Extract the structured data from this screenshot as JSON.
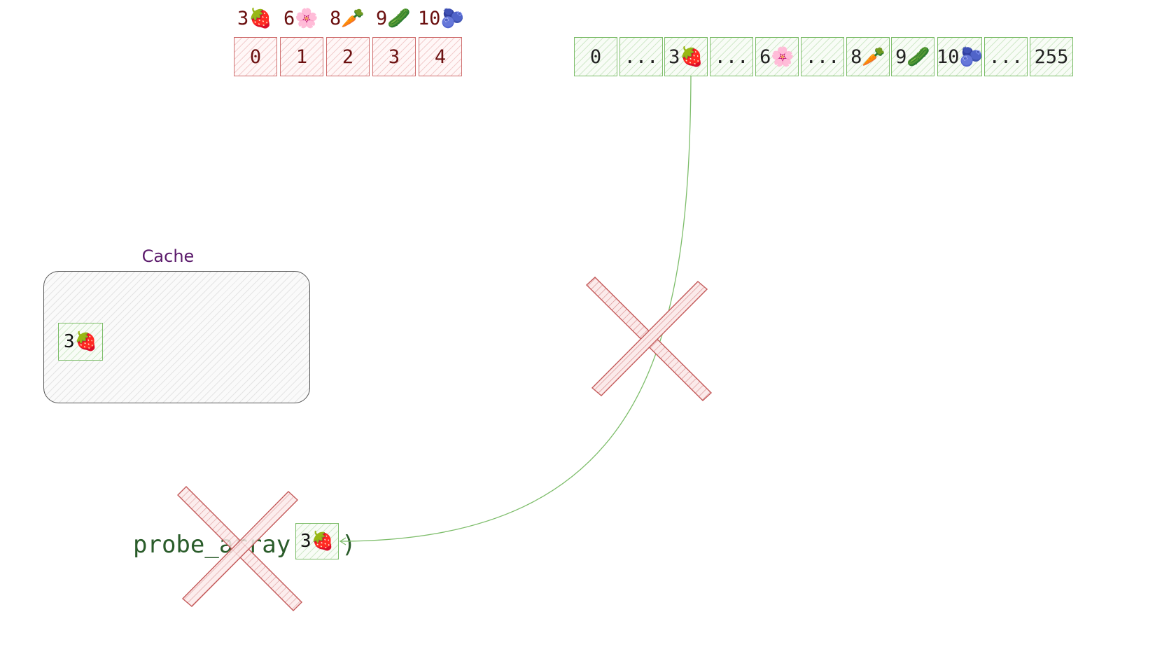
{
  "secret_labels": [
    {
      "value": "3",
      "icon": "🍓",
      "icon_name": "strawberry-icon"
    },
    {
      "value": "6",
      "icon": "🌸",
      "icon_name": "cherry-blossom-icon"
    },
    {
      "value": "8",
      "icon": "🥕",
      "icon_name": "carrot-icon"
    },
    {
      "value": "9",
      "icon": "🥒",
      "icon_name": "cucumber-icon"
    },
    {
      "value": "10",
      "icon": "🫐",
      "icon_name": "blueberries-icon"
    }
  ],
  "secret_array": [
    "0",
    "1",
    "2",
    "3",
    "4"
  ],
  "probe_array": [
    "0",
    "...",
    "3🍓",
    "...",
    "6🌸",
    "...",
    "8🥕",
    "9🥒",
    "10🫐",
    "...",
    "255"
  ],
  "cache": {
    "title": "Cache",
    "entry": "3🍓"
  },
  "probe_call": {
    "prefix": "probe_array(",
    "argument": "3🍓",
    "suffix": ")"
  },
  "colors": {
    "secret_border": "#cf6f6f",
    "probe_border": "#7dbd6a",
    "cross": "#c45a5a",
    "arrow": "#7dbd6a"
  }
}
